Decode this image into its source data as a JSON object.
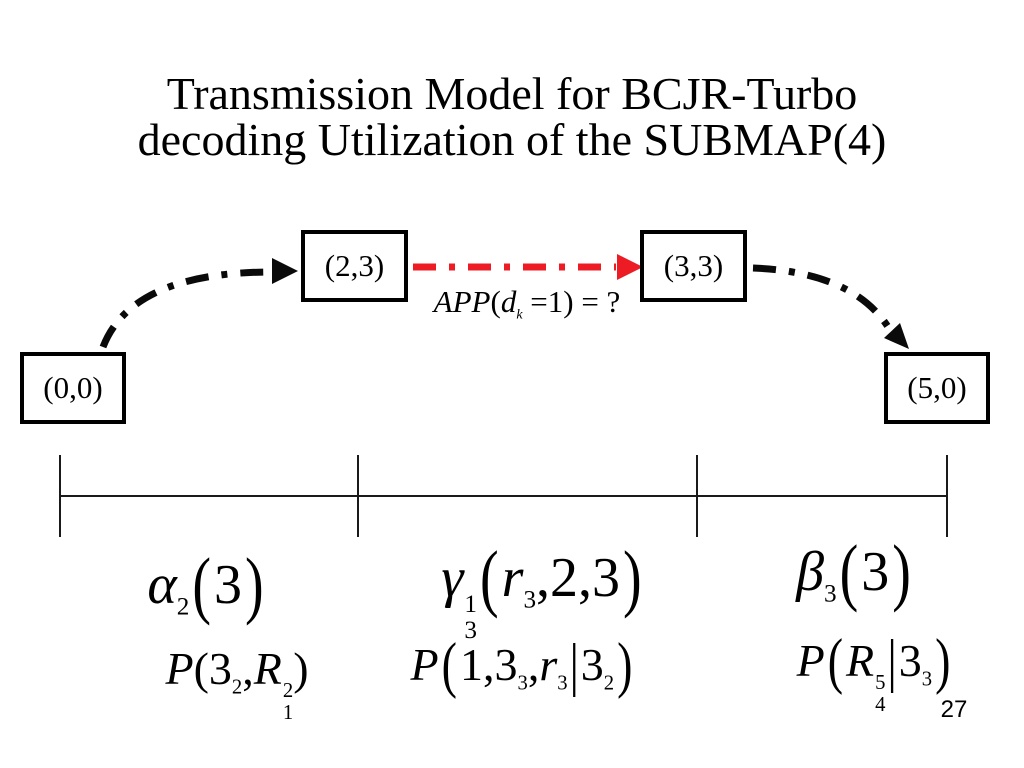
{
  "slide": {
    "title_lines": [
      "Transmission Model for BCJR-Turbo",
      "decoding Utilization of the SUBMAP(4)"
    ],
    "page_number": "27"
  },
  "colors": {
    "red": "#ed1c24",
    "black": "#0a0a0a",
    "axis": "#1a1a1a"
  },
  "diagram": {
    "nodes": [
      {
        "label": "(0,0)"
      },
      {
        "label": "(2,3)"
      },
      {
        "label": "(3,3)"
      },
      {
        "label": "(5,0)"
      }
    ],
    "edges": [
      {
        "from": "(0,0)",
        "to": "(2,3)",
        "style": "dash-dot",
        "color": "black"
      },
      {
        "from": "(2,3)",
        "to": "(3,3)",
        "style": "dash-dot",
        "color": "red",
        "label": "APP(dk=1)=?"
      },
      {
        "from": "(3,3)",
        "to": "(5,0)",
        "style": "dash-dot",
        "color": "black"
      }
    ],
    "app_tokens": [
      {
        "t": "APP",
        "k": "i"
      },
      {
        "t": "(",
        "k": "n"
      },
      {
        "t": "d",
        "k": "i"
      },
      {
        "t": "k",
        "k": "subi"
      },
      {
        "t": " =",
        "k": "n"
      },
      {
        "t": "1) ",
        "k": "n"
      },
      {
        "t": "= ?",
        "k": "n"
      }
    ]
  },
  "expressions": {
    "alpha": {
      "tokens": [
        {
          "t": "α",
          "k": "i"
        },
        {
          "t": "2",
          "k": "sub"
        },
        {
          "t": "(",
          "k": "p"
        },
        {
          "t": "3",
          "k": "n"
        },
        {
          "t": ")",
          "k": "p"
        }
      ]
    },
    "gamma": {
      "tokens": [
        {
          "t": "γ",
          "k": "i"
        },
        {
          "sup": "1",
          "sub": "3",
          "k": "ss"
        },
        {
          "t": "(",
          "k": "p"
        },
        {
          "t": "r",
          "k": "i"
        },
        {
          "t": "3",
          "k": "sub"
        },
        {
          "t": ",2,3",
          "k": "n"
        },
        {
          "t": ")",
          "k": "p"
        }
      ]
    },
    "beta": {
      "tokens": [
        {
          "t": "β",
          "k": "i"
        },
        {
          "t": "3",
          "k": "sub"
        },
        {
          "t": "(",
          "k": "p"
        },
        {
          "t": "3",
          "k": "n"
        },
        {
          "t": ")",
          "k": "p"
        }
      ]
    },
    "p_alpha": {
      "tokens": [
        {
          "t": "P",
          "k": "i"
        },
        {
          "t": "(3",
          "k": "n"
        },
        {
          "t": "2",
          "k": "sub"
        },
        {
          "t": ",",
          "k": "n"
        },
        {
          "t": "R",
          "k": "i"
        },
        {
          "sup": "2",
          "sub": "1",
          "k": "ss"
        },
        {
          "t": ")",
          "k": "n"
        }
      ]
    },
    "p_gamma": {
      "tokens": [
        {
          "t": "P",
          "k": "i"
        },
        {
          "t": "(",
          "k": "p"
        },
        {
          "t": "1,3",
          "k": "n"
        },
        {
          "t": "3",
          "k": "sub"
        },
        {
          "t": ",",
          "k": "n"
        },
        {
          "t": "r",
          "k": "i"
        },
        {
          "t": "3",
          "k": "sub"
        },
        {
          "t": "|",
          "k": "bar"
        },
        {
          "t": "3",
          "k": "n"
        },
        {
          "t": "2",
          "k": "sub"
        },
        {
          "t": ")",
          "k": "p"
        }
      ]
    },
    "p_beta": {
      "tokens": [
        {
          "t": "P",
          "k": "i"
        },
        {
          "t": "(",
          "k": "p"
        },
        {
          "t": "R",
          "k": "i"
        },
        {
          "sup": "5",
          "sub": "4",
          "k": "ss"
        },
        {
          "t": "|",
          "k": "bar"
        },
        {
          "t": "3",
          "k": "n"
        },
        {
          "t": "3",
          "k": "sub"
        },
        {
          "t": ")",
          "k": "p"
        }
      ]
    }
  }
}
